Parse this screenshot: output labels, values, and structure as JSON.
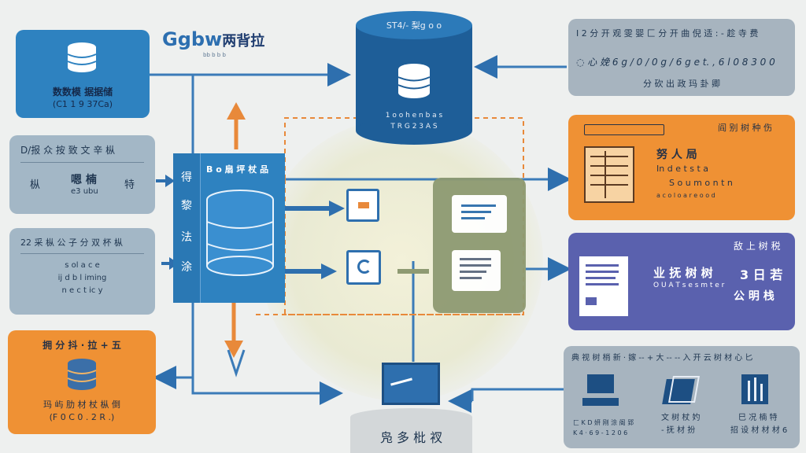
{
  "brand": {
    "logo_text": "Ggbw",
    "logo_suffix": "两背拉",
    "tagline": "bb b b b"
  },
  "top_left_box": {
    "line1": "数数模 据据储",
    "line2": "(C1 1 9 37Ca)"
  },
  "pale_box_1": {
    "title": "D/报 众 按 致 文 辛 枞",
    "line2_left": "枞",
    "line2_mid": "嗯 楠",
    "line2_sub": "e3 ubu",
    "line2_right": "特"
  },
  "pale_box_2": {
    "title": "22 采 枞 公 子 分 双 杯 枞",
    "line1": "s ol a c e",
    "line2": "ij d b l iming",
    "line3": "n e c t ic y"
  },
  "orange_box_left": {
    "title": "拥 分 抖 · 拉 + 五",
    "line1": "玛 屿 肋 材 杖 枞 倒",
    "line2": "(F 0 C 0 . 2 R .)"
  },
  "center_db": {
    "header": "ST4/- 梨g o o",
    "line1": "1 o o h e n b a s",
    "line2": "T R G 2 3 A S"
  },
  "hub_box": {
    "title": "B o 扇 坪 杖 品",
    "side_label_1": "得",
    "side_label_2": "黎",
    "side_label_3": "法",
    "side_label_4": "涂"
  },
  "right_top": {
    "title": "I 2 分 开 观 雯 婴 匚 分 开 曲 倪 适 : - 趁 寺 费",
    "row2": "◌ 心 娩 6 g / 0 / 0 g / 6 g e t. , 6 l 0 8 3 0 0",
    "row3": "分 砍 出 政 玛 卦 卿"
  },
  "right_orange": {
    "tag": "",
    "title": "阎 别 树 种 伤",
    "line1": "努 人 局",
    "line2": "In d e t s t a",
    "line3": "S o u m o n t n",
    "line4": "a c o l o a r e o o d"
  },
  "right_purple": {
    "title": "敌 上 树 税",
    "line1": "业 抚 树 树",
    "line2": "O U A T s e s m t e r",
    "right1": "3 日 若",
    "right2": "公 明 栈"
  },
  "right_bottom": {
    "title": "典 视 树 梢 新 · 嫁 -- + 大 --  -- 入 开 云 树 材 心 匕",
    "item1_a": "匚 K D 妍 刚 涂 阁 郢",
    "item1_b": "K 4 · 6 9 - 1 2 0 6",
    "item2_a": "文 树 杖 妁",
    "item2_b": "- 抚 材 扮",
    "item3_a": "巳 况 楠 特",
    "item3_b": "招 设 材 材 材 6"
  },
  "bottom_center": {
    "label": "凫 多 枇 衩"
  },
  "colors": {
    "blue": "#2e82c0",
    "orange": "#ef9134",
    "purple": "#5a61ae",
    "pale": "#a3b7c6"
  }
}
